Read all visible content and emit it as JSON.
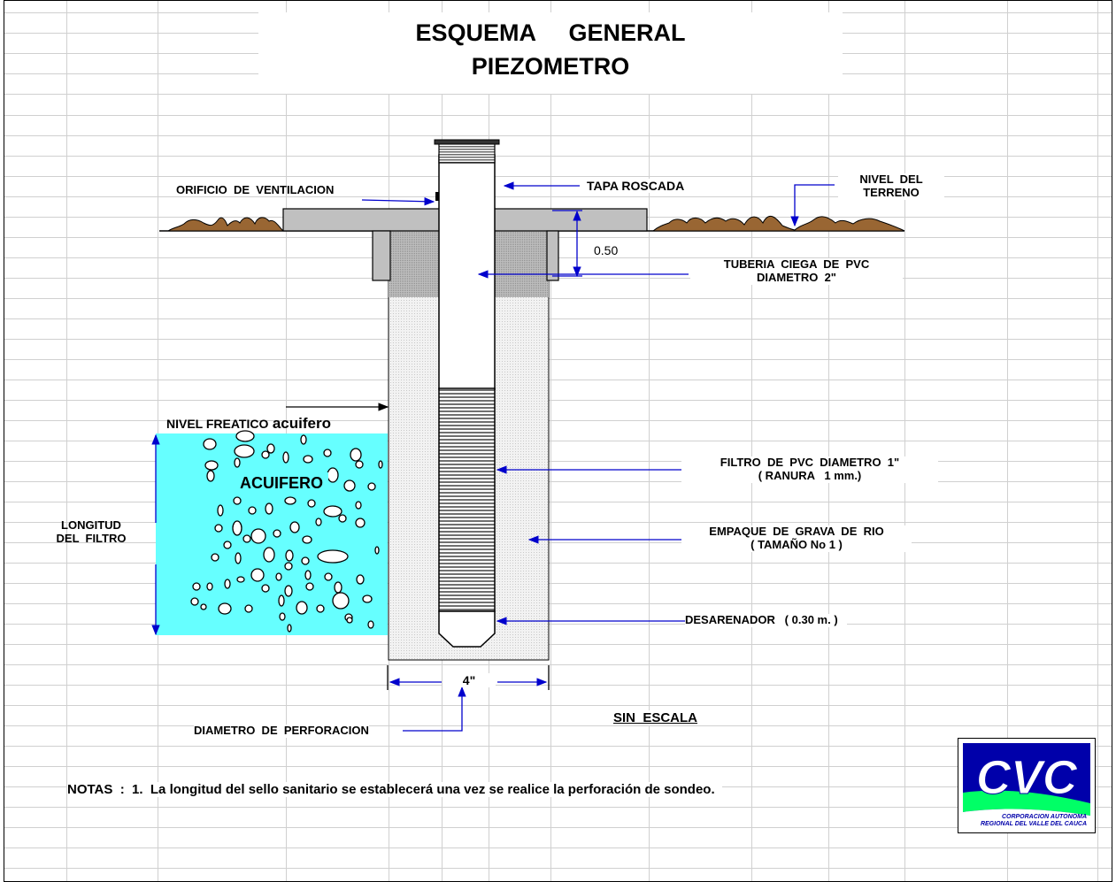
{
  "title": {
    "line1": "ESQUEMA     GENERAL",
    "line2": "PIEZOMETRO"
  },
  "labels": {
    "orificio": "ORIFICIO  DE  VENTILACION",
    "tapa": "TAPA ROSCADA",
    "nivel_terreno_1": "NIVEL  DEL",
    "nivel_terreno_2": "TERRENO",
    "dim_050": "0.50",
    "tuberia_1": "TUBERIA  CIEGA  DE  PVC",
    "tuberia_2": "DIAMETRO  2\"",
    "nivel_freatico": "NIVEL FREATICO",
    "acuifero_word": "acuifero",
    "acuifero": "ACUIFERO",
    "longitud_1": "LONGITUD",
    "longitud_2": "DEL  FILTRO",
    "filtro_1": "FILTRO  DE  PVC  DIAMETRO  1\"",
    "filtro_2": "( RANURA   1 mm.)",
    "empaque_1": "EMPAQUE  DE  GRAVA  DE  RIO",
    "empaque_2": "( TAMAÑO No 1 )",
    "desarenador": "DESARENADOR   ( 0.30 m. )",
    "dim_4": "4\"",
    "diametro_perf": "DIAMETRO  DE  PERFORACION",
    "sin_escala": "SIN  ESCALA"
  },
  "notes": "NOTAS  :  1.  La longitud del sello sanitario se establecerá una vez se realice la perforación de sondeo.",
  "logo": {
    "text": "CVC",
    "line1": "CORPORACION  AUTONOMA",
    "line2": "REGIONAL  DEL  VALLE  DEL  CAUCA"
  },
  "colors": {
    "aquifer": "#66ffff",
    "soil": "#996633",
    "concrete": "#c0c0c0",
    "arrow": "#0000cc",
    "logo_blue": "#0000aa",
    "logo_green": "#00ff66",
    "grid": "#d0d0d0"
  }
}
